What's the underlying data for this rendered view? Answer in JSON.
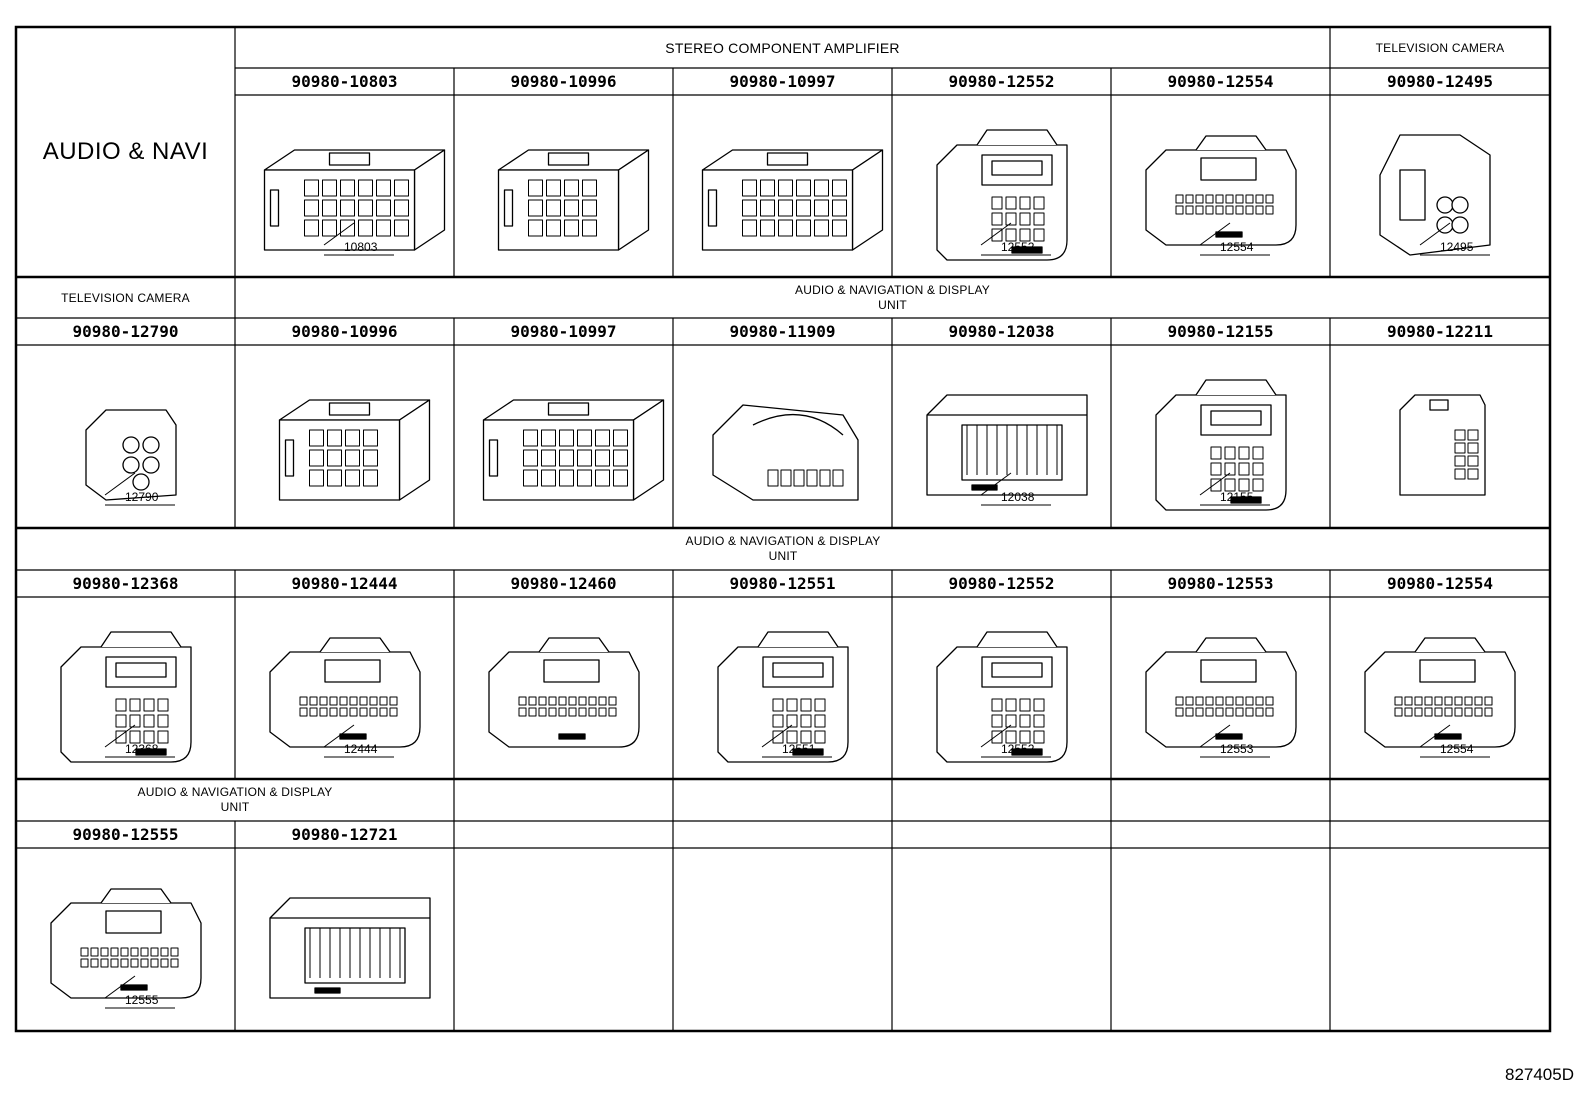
{
  "section_title": "AUDIO & NAVI",
  "drawing_code": "827405D",
  "rows": [
    {
      "headers": [
        {
          "text": "STEREO COMPONENT AMPLIFIER",
          "sub": ""
        },
        {
          "text": "TELEVISION CAMERA",
          "sub": ""
        }
      ],
      "parts": [
        {
          "pn": "90980-10803",
          "icon": "connector-12pin-housing-icon",
          "callout": "10803"
        },
        {
          "pn": "90980-10996",
          "icon": "connector-8pin-housing-icon",
          "callout": ""
        },
        {
          "pn": "90980-10997",
          "icon": "connector-12pin-housing-icon",
          "callout": ""
        },
        {
          "pn": "90980-12552",
          "icon": "connector-tall-latch-icon",
          "callout": "12552"
        },
        {
          "pn": "90980-12554",
          "icon": "connector-wide-latch-icon",
          "callout": "12554"
        },
        {
          "pn": "90980-12495",
          "icon": "connector-round-camera-icon",
          "callout": "12495"
        }
      ]
    },
    {
      "headers": [
        {
          "text": "TELEVISION CAMERA",
          "sub": ""
        },
        {
          "text": "AUDIO & NAVIGATION & DISPLAY",
          "sub": "UNIT"
        }
      ],
      "parts": [
        {
          "pn": "90980-12790",
          "icon": "connector-small-round-icon",
          "callout": "12790"
        },
        {
          "pn": "90980-10996",
          "icon": "connector-8pin-housing-icon",
          "callout": ""
        },
        {
          "pn": "90980-10997",
          "icon": "connector-12pin-housing-icon",
          "callout": ""
        },
        {
          "pn": "90980-11909",
          "icon": "connector-flat-latch-icon",
          "callout": ""
        },
        {
          "pn": "90980-12038",
          "icon": "connector-box-multipin-icon",
          "callout": "12038"
        },
        {
          "pn": "90980-12155",
          "icon": "connector-tall-latch-icon",
          "callout": "12155"
        },
        {
          "pn": "90980-12211",
          "icon": "connector-narrow-4pin-icon",
          "callout": ""
        }
      ]
    },
    {
      "headers": [
        {
          "text": "AUDIO & NAVIGATION & DISPLAY",
          "sub": "UNIT"
        }
      ],
      "parts": [
        {
          "pn": "90980-12368",
          "icon": "connector-tall-latch-icon",
          "callout": "12368"
        },
        {
          "pn": "90980-12444",
          "icon": "connector-wide-latch-icon",
          "callout": "12444"
        },
        {
          "pn": "90980-12460",
          "icon": "connector-wide-latch-icon",
          "callout": ""
        },
        {
          "pn": "90980-12551",
          "icon": "connector-tall-latch-icon",
          "callout": "12551"
        },
        {
          "pn": "90980-12552",
          "icon": "connector-tall-latch-icon",
          "callout": "12552"
        },
        {
          "pn": "90980-12553",
          "icon": "connector-wide-latch-icon",
          "callout": "12553"
        },
        {
          "pn": "90980-12554",
          "icon": "connector-wide-latch-icon",
          "callout": "12554"
        }
      ]
    },
    {
      "headers": [
        {
          "text": "AUDIO & NAVIGATION & DISPLAY",
          "sub": "UNIT"
        }
      ],
      "parts": [
        {
          "pn": "90980-12555",
          "icon": "connector-wide-latch-icon",
          "callout": "12555"
        },
        {
          "pn": "90980-12721",
          "icon": "connector-box-multipin-icon",
          "callout": ""
        }
      ]
    }
  ]
}
